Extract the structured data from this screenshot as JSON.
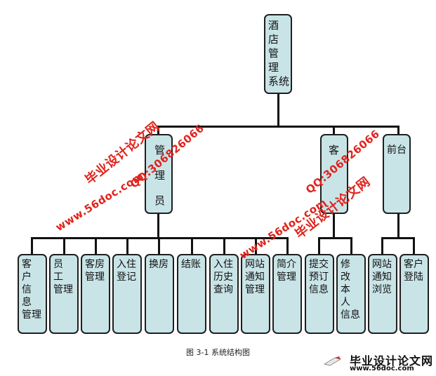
{
  "root": {
    "label": "酒 店\n管 理\n系统"
  },
  "level2": {
    "admin": {
      "label": "管\n\n理\n\n员"
    },
    "customer": {
      "label": "客"
    },
    "frontdesk": {
      "label": "前台"
    }
  },
  "leaves": [
    {
      "label": "客 户\n信 息\n管理"
    },
    {
      "label": "员 工\n管理"
    },
    {
      "label": "客房\n管理"
    },
    {
      "label": "入住\n登记"
    },
    {
      "label": "换房"
    },
    {
      "label": "结账"
    },
    {
      "label": "入住\n历史\n查询"
    },
    {
      "label": "网站\n通知\n管理"
    },
    {
      "label": "简介\n管理"
    },
    {
      "label": "提交\n预订\n信息"
    },
    {
      "label": "修 改\n本 人\n信息"
    },
    {
      "label": "网站\n通知\n浏览"
    },
    {
      "label": "客户\n登陆"
    }
  ],
  "caption": "图 3-1 系统结构图",
  "watermarks": {
    "site_cn": "毕业设计论文网",
    "qq": "QQ:306826066",
    "url": "www.56doc.com"
  },
  "footer_logo": {
    "title": "毕业设计论文网",
    "url": "www.56doc.com"
  },
  "colors": {
    "box_fill": "#c9e4e7",
    "line": "#111111",
    "watermark": "#e0231c"
  }
}
